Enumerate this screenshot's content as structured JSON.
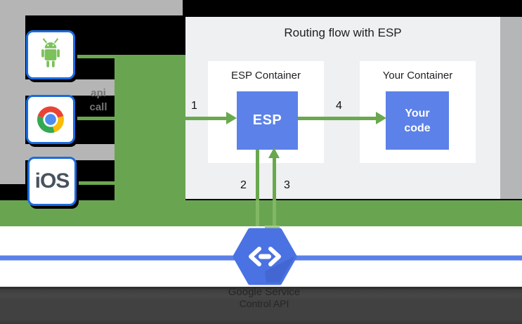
{
  "diagram": {
    "title": "Routing flow with ESP",
    "clients": {
      "android": {
        "icon": "android-icon"
      },
      "chrome": {
        "icon": "chrome-icon"
      },
      "ios": {
        "label": "iOS"
      }
    },
    "api_call_label": {
      "line1": "api",
      "line2": "call"
    },
    "esp_container": {
      "title": "ESP Container",
      "box_label": "ESP"
    },
    "your_container": {
      "title": "Your Container",
      "box_line1": "Your",
      "box_line2": "code"
    },
    "steps": {
      "s1": "1",
      "s2": "2",
      "s3": "3",
      "s4": "4"
    },
    "service": {
      "line1": "Google Service",
      "line2": "Control API"
    },
    "colors": {
      "flow_green": "#6aa84f",
      "band_green": "#69a551",
      "box_blue": "#5c81e8",
      "hexagon_blue": "#4a72e2",
      "connector_line_blue": "#5b80ea",
      "client_border_blue": "#1a6ce0",
      "panel_gray": "#eef0f1",
      "backdrop_gray": "#b5b5b5",
      "dark_bar": "#414141"
    }
  }
}
